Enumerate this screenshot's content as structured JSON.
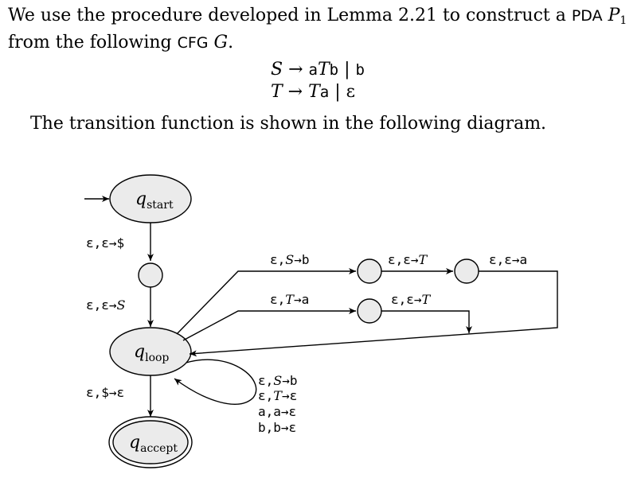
{
  "intro": {
    "part1": "We use the procedure developed in Lemma 2.21 to construct a ",
    "pda": "PDA",
    "p_var": "P",
    "p_sub": "1",
    "part2": " from the following ",
    "cfg": "CFG",
    "g_var": "G",
    "part3": "."
  },
  "grammar": {
    "rule1_lhs": "S",
    "rule1_arrow": " → ",
    "rule1_rhs_a": "a",
    "rule1_rhs_T": "T",
    "rule1_rhs_b": "b",
    "rule1_bar": " | ",
    "rule1_alt": "b",
    "rule2_lhs": "T",
    "rule2_arrow": " → ",
    "rule2_rhs_T": "T",
    "rule2_rhs_a": "a",
    "rule2_bar": " | ",
    "rule2_alt": "ε"
  },
  "transition_intro": "The transition function is shown in the following diagram.",
  "diagram": {
    "states": {
      "start": {
        "q": "q",
        "sub": "start"
      },
      "loop": {
        "q": "q",
        "sub": "loop"
      },
      "accept": {
        "q": "q",
        "sub": "accept"
      }
    },
    "labels": {
      "start_to_mid": "ε,ε→$",
      "mid_to_loop_pre": "ε,ε→",
      "mid_to_loop_var": "S",
      "top_path_1_pre": "ε,",
      "top_path_1_var": "S",
      "top_path_1_post": "→b",
      "top_path_2_pre": "ε,ε→",
      "top_path_2_var": "T",
      "top_path_3": "ε,ε→a",
      "mid_path_1_pre": "ε,",
      "mid_path_1_var": "T",
      "mid_path_1_post": "→a",
      "mid_path_2_pre": "ε,ε→",
      "mid_path_2_var": "T",
      "loop_to_accept": "ε,$→ε",
      "self_loop_1_pre": "ε,",
      "self_loop_1_var": "S",
      "self_loop_1_post": "→b",
      "self_loop_2_pre": "ε,",
      "self_loop_2_var": "T",
      "self_loop_2_post": "→ε",
      "self_loop_3": "a,a→ε",
      "self_loop_4": "b,b→ε"
    }
  }
}
